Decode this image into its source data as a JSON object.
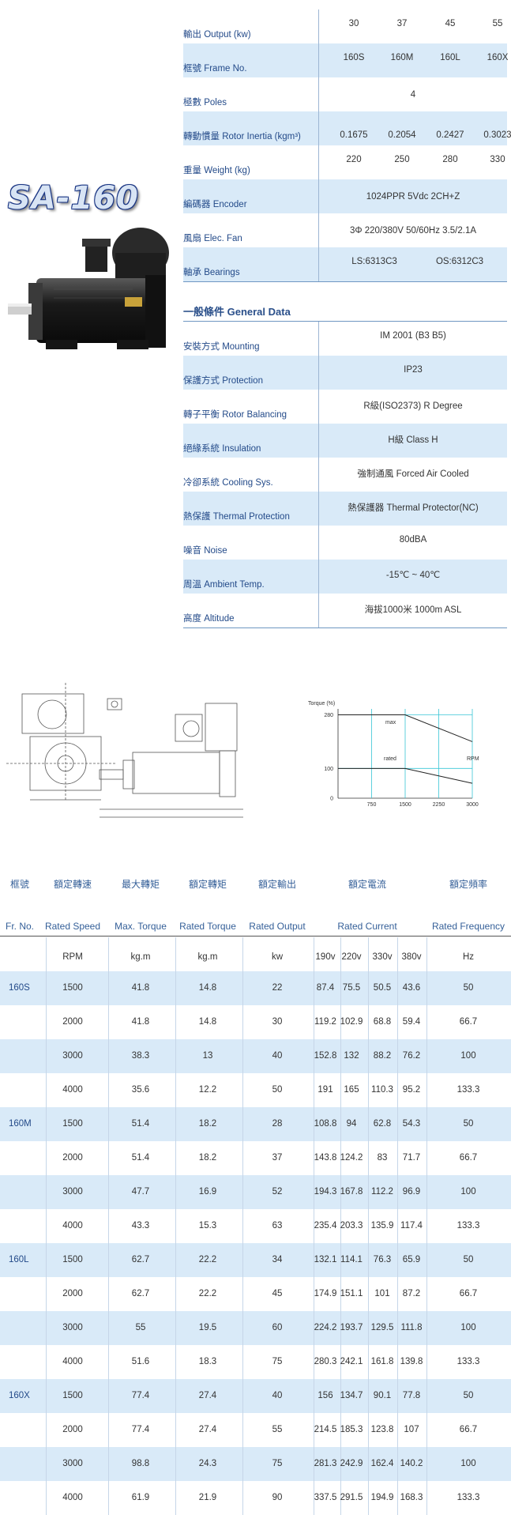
{
  "product": {
    "title": "SA-160"
  },
  "specs": [
    {
      "label": "輸出 Output (kw)",
      "values": [
        "30",
        "37",
        "45",
        "55"
      ]
    },
    {
      "label": "框號 Frame No.",
      "values": [
        "160S",
        "160M",
        "160L",
        "160X"
      ]
    },
    {
      "label": "極數 Poles",
      "span": "4"
    },
    {
      "label": "轉動慣量 Rotor Inertia (kgm³)",
      "values": [
        "0.1675",
        "0.2054",
        "0.2427",
        "0.3023"
      ]
    },
    {
      "label": "重量 Weight (kg)",
      "values": [
        "220",
        "250",
        "280",
        "330"
      ]
    },
    {
      "label": "編碼器 Encoder",
      "span": "1024PPR 5Vdc 2CH+Z"
    },
    {
      "label": "風扇 Elec. Fan",
      "span": "3Φ 220/380V 50/60Hz 3.5/2.1A"
    },
    {
      "label": "軸承 Bearings",
      "pair": [
        "LS:6313C3",
        "OS:6312C3"
      ]
    }
  ],
  "general": {
    "heading": "一般條件 General Data",
    "rows": [
      {
        "label": "安裝方式 Mounting",
        "value": "IM 2001 (B3 B5)"
      },
      {
        "label": "保護方式 Protection",
        "value": "IP23"
      },
      {
        "label": "轉子平衡 Rotor Balancing",
        "value": "R級(ISO2373)  R Degree"
      },
      {
        "label": "絕緣系統 Insulation",
        "value": "H級   Class H"
      },
      {
        "label": "冷卻系統 Cooling Sys.",
        "value": "強制通風   Forced Air Cooled"
      },
      {
        "label": "熱保護 Thermal Protection",
        "value": "熱保護器 Thermal Protector(NC)"
      },
      {
        "label": "噪音 Noise",
        "value": "80dBA"
      },
      {
        "label": "周溫 Ambient Temp.",
        "value": "-15℃ ~ 40℃"
      },
      {
        "label": "高度 Altitude",
        "value": "海拔1000米   1000m ASL"
      }
    ]
  },
  "torque_chart": {
    "ylabel": "Torque (%)",
    "xlabel": "RPM",
    "yticks": [
      "280",
      "100",
      "0"
    ],
    "xticks": [
      "750",
      "1500",
      "2250",
      "3000"
    ],
    "curve_labels": {
      "max": "max",
      "rated": "rated"
    }
  },
  "chart_data": {
    "type": "line",
    "ylabel": "Torque (%)",
    "xlabel": "RPM",
    "xlim": [
      0,
      3000
    ],
    "ylim": [
      0,
      300
    ],
    "series": [
      {
        "name": "max",
        "x": [
          0,
          1500,
          3000
        ],
        "y": [
          280,
          280,
          190
        ]
      },
      {
        "name": "rated",
        "x": [
          0,
          1500,
          3000
        ],
        "y": [
          100,
          100,
          50
        ]
      }
    ]
  },
  "performance": {
    "headers_zh": [
      "框號",
      "額定轉速",
      "最大轉矩",
      "額定轉矩",
      "額定輸出",
      "額定電流",
      "額定頻率"
    ],
    "headers_en": [
      "Fr. No.",
      "Rated Speed",
      "Max. Torque",
      "Rated Torque",
      "Rated Output",
      "Rated Current",
      "Rated Frequency"
    ],
    "units": [
      "",
      "RPM",
      "kg.m",
      "kg.m",
      "kw",
      "190v",
      "220v",
      "330v",
      "380v",
      "Hz"
    ],
    "rows": [
      [
        "160S",
        "1500",
        "41.8",
        "14.8",
        "22",
        "87.4",
        "75.5",
        "50.5",
        "43.6",
        "50"
      ],
      [
        "",
        "2000",
        "41.8",
        "14.8",
        "30",
        "119.2",
        "102.9",
        "68.8",
        "59.4",
        "66.7"
      ],
      [
        "",
        "3000",
        "38.3",
        "13",
        "40",
        "152.8",
        "132",
        "88.2",
        "76.2",
        "100"
      ],
      [
        "",
        "4000",
        "35.6",
        "12.2",
        "50",
        "191",
        "165",
        "110.3",
        "95.2",
        "133.3"
      ],
      [
        "160M",
        "1500",
        "51.4",
        "18.2",
        "28",
        "108.8",
        "94",
        "62.8",
        "54.3",
        "50"
      ],
      [
        "",
        "2000",
        "51.4",
        "18.2",
        "37",
        "143.8",
        "124.2",
        "83",
        "71.7",
        "66.7"
      ],
      [
        "",
        "3000",
        "47.7",
        "16.9",
        "52",
        "194.3",
        "167.8",
        "112.2",
        "96.9",
        "100"
      ],
      [
        "",
        "4000",
        "43.3",
        "15.3",
        "63",
        "235.4",
        "203.3",
        "135.9",
        "117.4",
        "133.3"
      ],
      [
        "160L",
        "1500",
        "62.7",
        "22.2",
        "34",
        "132.1",
        "114.1",
        "76.3",
        "65.9",
        "50"
      ],
      [
        "",
        "2000",
        "62.7",
        "22.2",
        "45",
        "174.9",
        "151.1",
        "101",
        "87.2",
        "66.7"
      ],
      [
        "",
        "3000",
        "55",
        "19.5",
        "60",
        "224.2",
        "193.7",
        "129.5",
        "111.8",
        "100"
      ],
      [
        "",
        "4000",
        "51.6",
        "18.3",
        "75",
        "280.3",
        "242.1",
        "161.8",
        "139.8",
        "133.3"
      ],
      [
        "160X",
        "1500",
        "77.4",
        "27.4",
        "40",
        "156",
        "134.7",
        "90.1",
        "77.8",
        "50"
      ],
      [
        "",
        "2000",
        "77.4",
        "27.4",
        "55",
        "214.5",
        "185.3",
        "123.8",
        "107",
        "66.7"
      ],
      [
        "",
        "3000",
        "98.8",
        "24.3",
        "75",
        "281.3",
        "242.9",
        "162.4",
        "140.2",
        "100"
      ],
      [
        "",
        "4000",
        "61.9",
        "21.9",
        "90",
        "337.5",
        "291.5",
        "194.9",
        "168.3",
        "133.3"
      ]
    ]
  }
}
